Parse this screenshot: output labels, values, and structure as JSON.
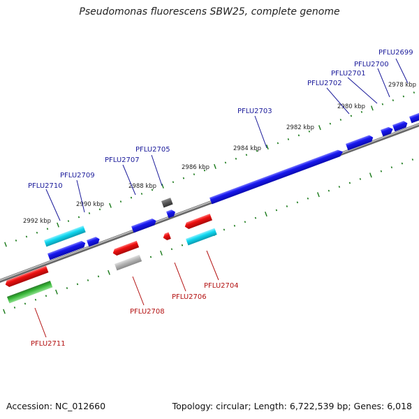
{
  "map": {
    "title": "Pseudomonas fluorescens SBW25, complete genome",
    "accession": "Accession: NC_012660",
    "stats": "Topology: circular; Length: 6,722,539 bp; Genes: 6,018",
    "colors": {
      "forward_gene": "#1010ee",
      "reverse_gene": "#ee1010",
      "forward_label": "#1a1a9a",
      "reverse_label": "#b31010",
      "cds_cyan": "#10d8f0",
      "cds_green": "#22a022",
      "cds_gray": "#b4b4b4",
      "cds_darkgray": "#555555",
      "backbone": "#888888",
      "ticks": "#1a7a1a"
    },
    "ruler": [
      {
        "label": "2978 kbp"
      },
      {
        "label": "2980 kbp"
      },
      {
        "label": "2982 kbp"
      },
      {
        "label": "2984 kbp"
      },
      {
        "label": "2986 kbp"
      },
      {
        "label": "2988 kbp"
      },
      {
        "label": "2990 kbp"
      },
      {
        "label": "2992 kbp"
      }
    ],
    "genes_forward": [
      {
        "label": "PFLU2699"
      },
      {
        "label": "PFLU2700"
      },
      {
        "label": "PFLU2701"
      },
      {
        "label": "PFLU2702"
      },
      {
        "label": "PFLU2703"
      },
      {
        "label": "PFLU2705"
      },
      {
        "label": "PFLU2707"
      },
      {
        "label": "PFLU2709"
      },
      {
        "label": "PFLU2710"
      }
    ],
    "genes_reverse": [
      {
        "label": "PFLU2704"
      },
      {
        "label": "PFLU2706"
      },
      {
        "label": "PFLU2708"
      },
      {
        "label": "PFLU2711"
      }
    ]
  }
}
